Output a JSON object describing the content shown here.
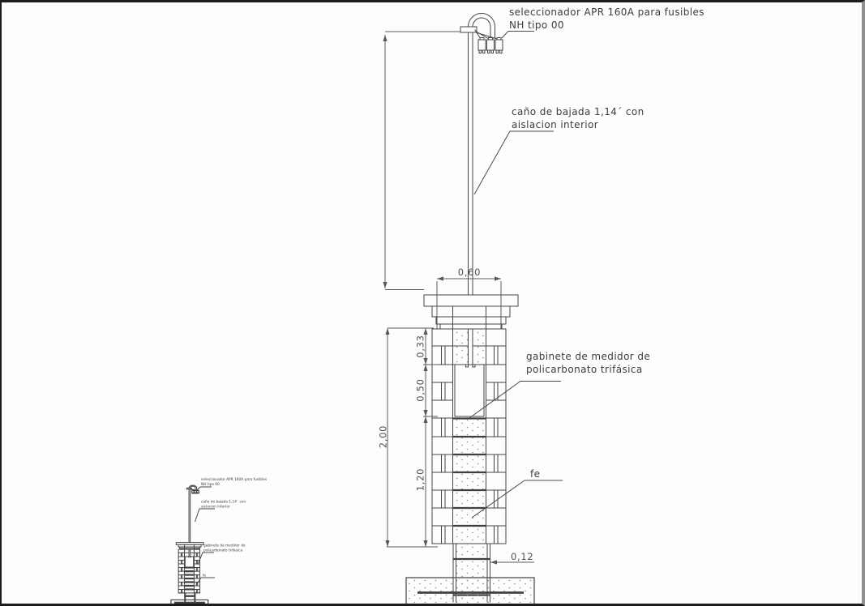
{
  "window": {
    "background": "#fdfdfd",
    "frame_color": "#1d1d1d"
  },
  "drawing": {
    "annotations": {
      "selector": {
        "line1": "seleccionador APR 160A para fusibles",
        "line2": "NH tipo 00"
      },
      "downpipe": {
        "line1": "caño de bajada 1,14´ con",
        "line2": "aislacion interior"
      },
      "cabinet": {
        "line1": "gabinete de medidor de",
        "line2": "policarbonato trifásica"
      },
      "rebar": {
        "label": "fe"
      }
    },
    "dimensions": {
      "cap_width": "0,60",
      "upper_section": "0,33",
      "cabinet_height": "0,50",
      "lower_section": "1,20",
      "overall_height": "2,00",
      "wall_thickness": "0,12"
    },
    "colors": {
      "line": "#454545",
      "dim_line": "#5a5a5a",
      "text": "#3c3c3c",
      "stipple": "#8a8a8a"
    }
  }
}
